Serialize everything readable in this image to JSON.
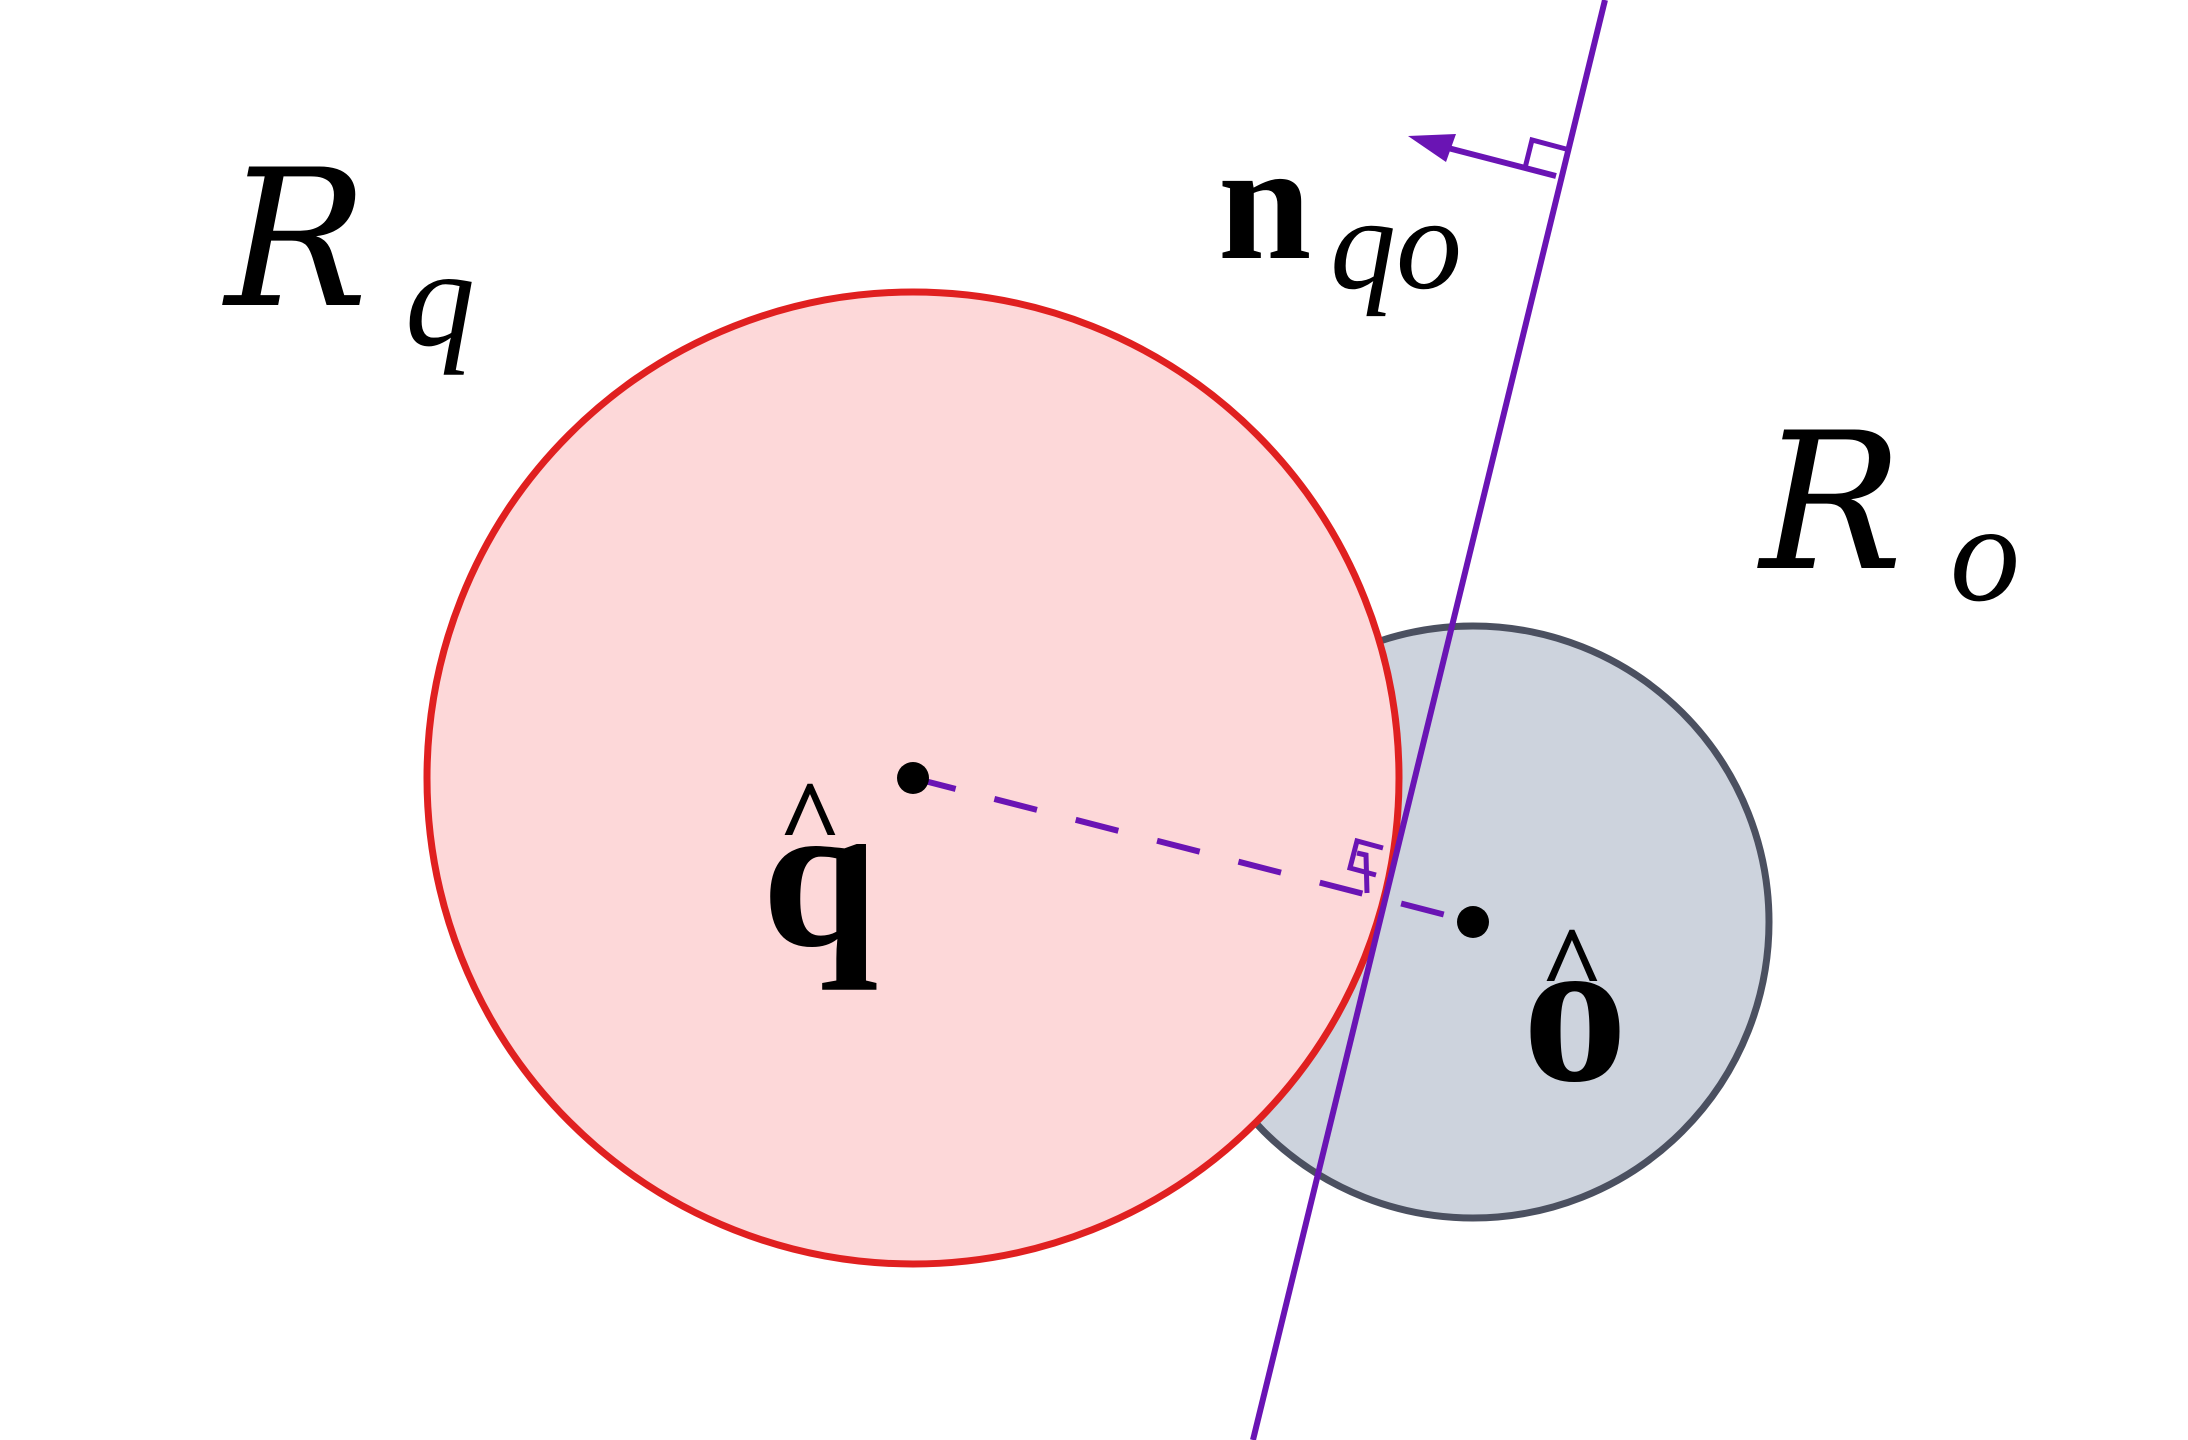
{
  "diagram": {
    "colors": {
      "region_q_fill": "#fdd8d9",
      "region_q_stroke": "#e02020",
      "region_o_fill": "#cdd3dd",
      "region_o_stroke": "#4b5060",
      "separator": "#6a14b4",
      "point": "#000000"
    },
    "labels": {
      "region_q": {
        "main": "R",
        "sub": "q"
      },
      "region_o": {
        "main": "R",
        "sub": "o"
      },
      "normal": {
        "main": "n",
        "sub": "qo"
      },
      "center_q": {
        "accent": "^",
        "main": "q"
      },
      "center_o": {
        "accent": "^",
        "main": "o"
      }
    }
  }
}
